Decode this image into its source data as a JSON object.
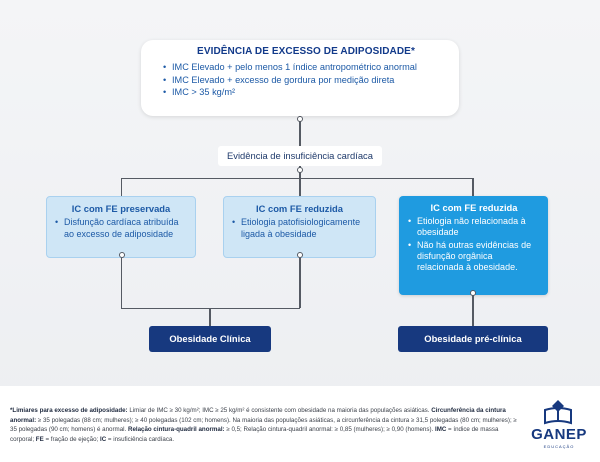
{
  "top_box": {
    "title": "EVIDÊNCIA DE EXCESSO DE ADIPOSIDADE*",
    "items": [
      "IMC Elevado + pelo menos 1 índice antropométrico anormal",
      "IMC Elevado + excesso de gordura por medição direta",
      "IMC > 35 kg/m²"
    ]
  },
  "mid_label": "Evidência de insuficiência cardíaca",
  "box_preserved": {
    "title": "IC com FE preservada",
    "items": [
      "Disfunção cardíaca atribuída ao excesso de adiposidade"
    ]
  },
  "box_reduced_related": {
    "title": "IC com FE reduzida",
    "items": [
      "Etiologia patofisiologicamente ligada à obesidade"
    ]
  },
  "box_reduced_unrelated": {
    "title": "IC com FE reduzida",
    "items": [
      "Etiologia não relacionada à obesidade",
      "Não há outras evidências de disfunção orgânica relacionada à obesidade."
    ]
  },
  "outcomes": {
    "clinical": "Obesidade Clínica",
    "preclinical": "Obesidade pré-clínica"
  },
  "footnote": {
    "s1_b": "*Limiares para excesso de adiposidade:",
    "s1": " Limiar de IMC ≥ 30 kg/m²; IMC ≥ 25 kg/m² é consistente com obesidade na maioria das populações asiáticas. ",
    "s2_b": "Circunferência da cintura anormal:",
    "s2": " ≥ 35 polegadas (88 cm; mulheres); ≥ 40 polegadas (102 cm; homens). Na maioria das populações asiáticas, a circunferência da cintura ≥ 31,5 polegadas (80 cm; mulheres); ≥ 35 polegadas (90 cm; homens) é anormal. ",
    "s3_b": "Relação cintura-quadril anormal:",
    "s3": " ≥ 0,5; Relação cintura-quadril anormal: ≥ 0,85 (mulheres); ≥ 0,90 (homens). ",
    "s4_b": "IMC",
    "s4": " = índice de massa corporal; ",
    "s5_b": "FE",
    "s5": " = fração de ejeção; ",
    "s6_b": "IC",
    "s6": " = insuficiência cardíaca."
  },
  "logo": {
    "name": "GANEP",
    "sub": "EDUCAÇÃO",
    "color": "#17397f"
  },
  "colors": {
    "title_blue": "#123a8a",
    "text_blue": "#1d5aa6",
    "light_box": "#cfe6f6",
    "dark_box": "#1f9be0",
    "outcome": "#17397f"
  }
}
